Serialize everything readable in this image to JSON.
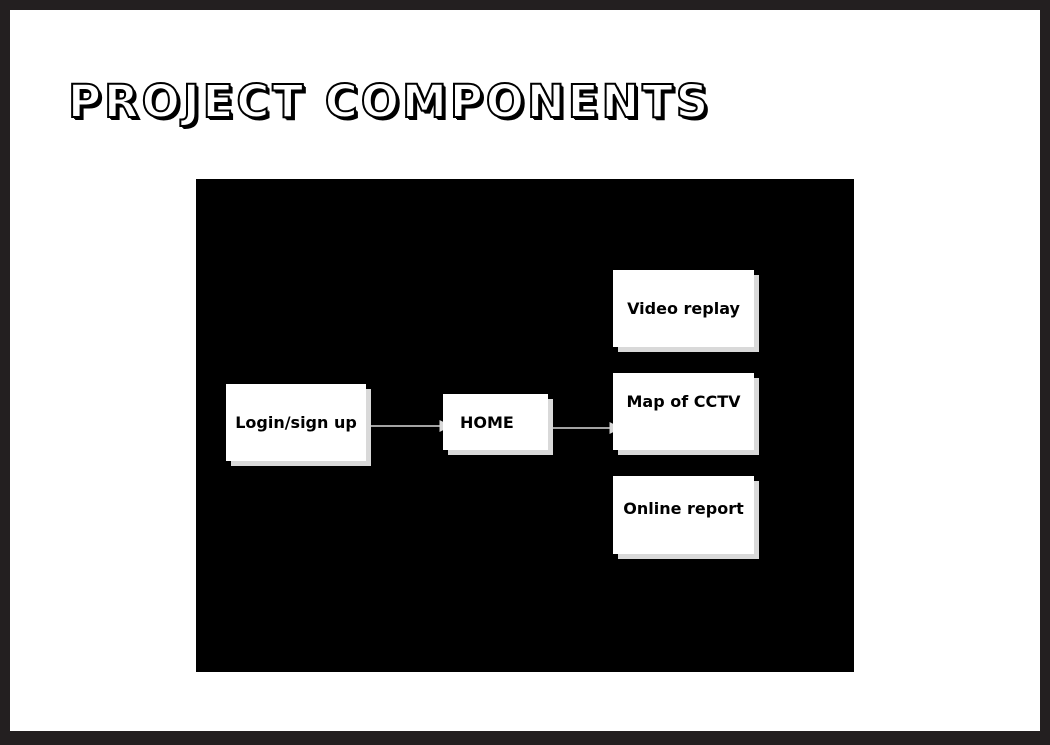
{
  "slide": {
    "title": "PROJECT COMPONENTS"
  },
  "diagram": {
    "nodes": {
      "login": "Login/sign up",
      "home": "HOME",
      "video_replay": "Video replay",
      "map_cctv": "Map of CCTV",
      "online_report": "Online report"
    },
    "colors": {
      "background": "#000000",
      "box": "#ffffff",
      "box_shadow": "#d9d9d9",
      "arrow": "#d9d9d9"
    }
  }
}
